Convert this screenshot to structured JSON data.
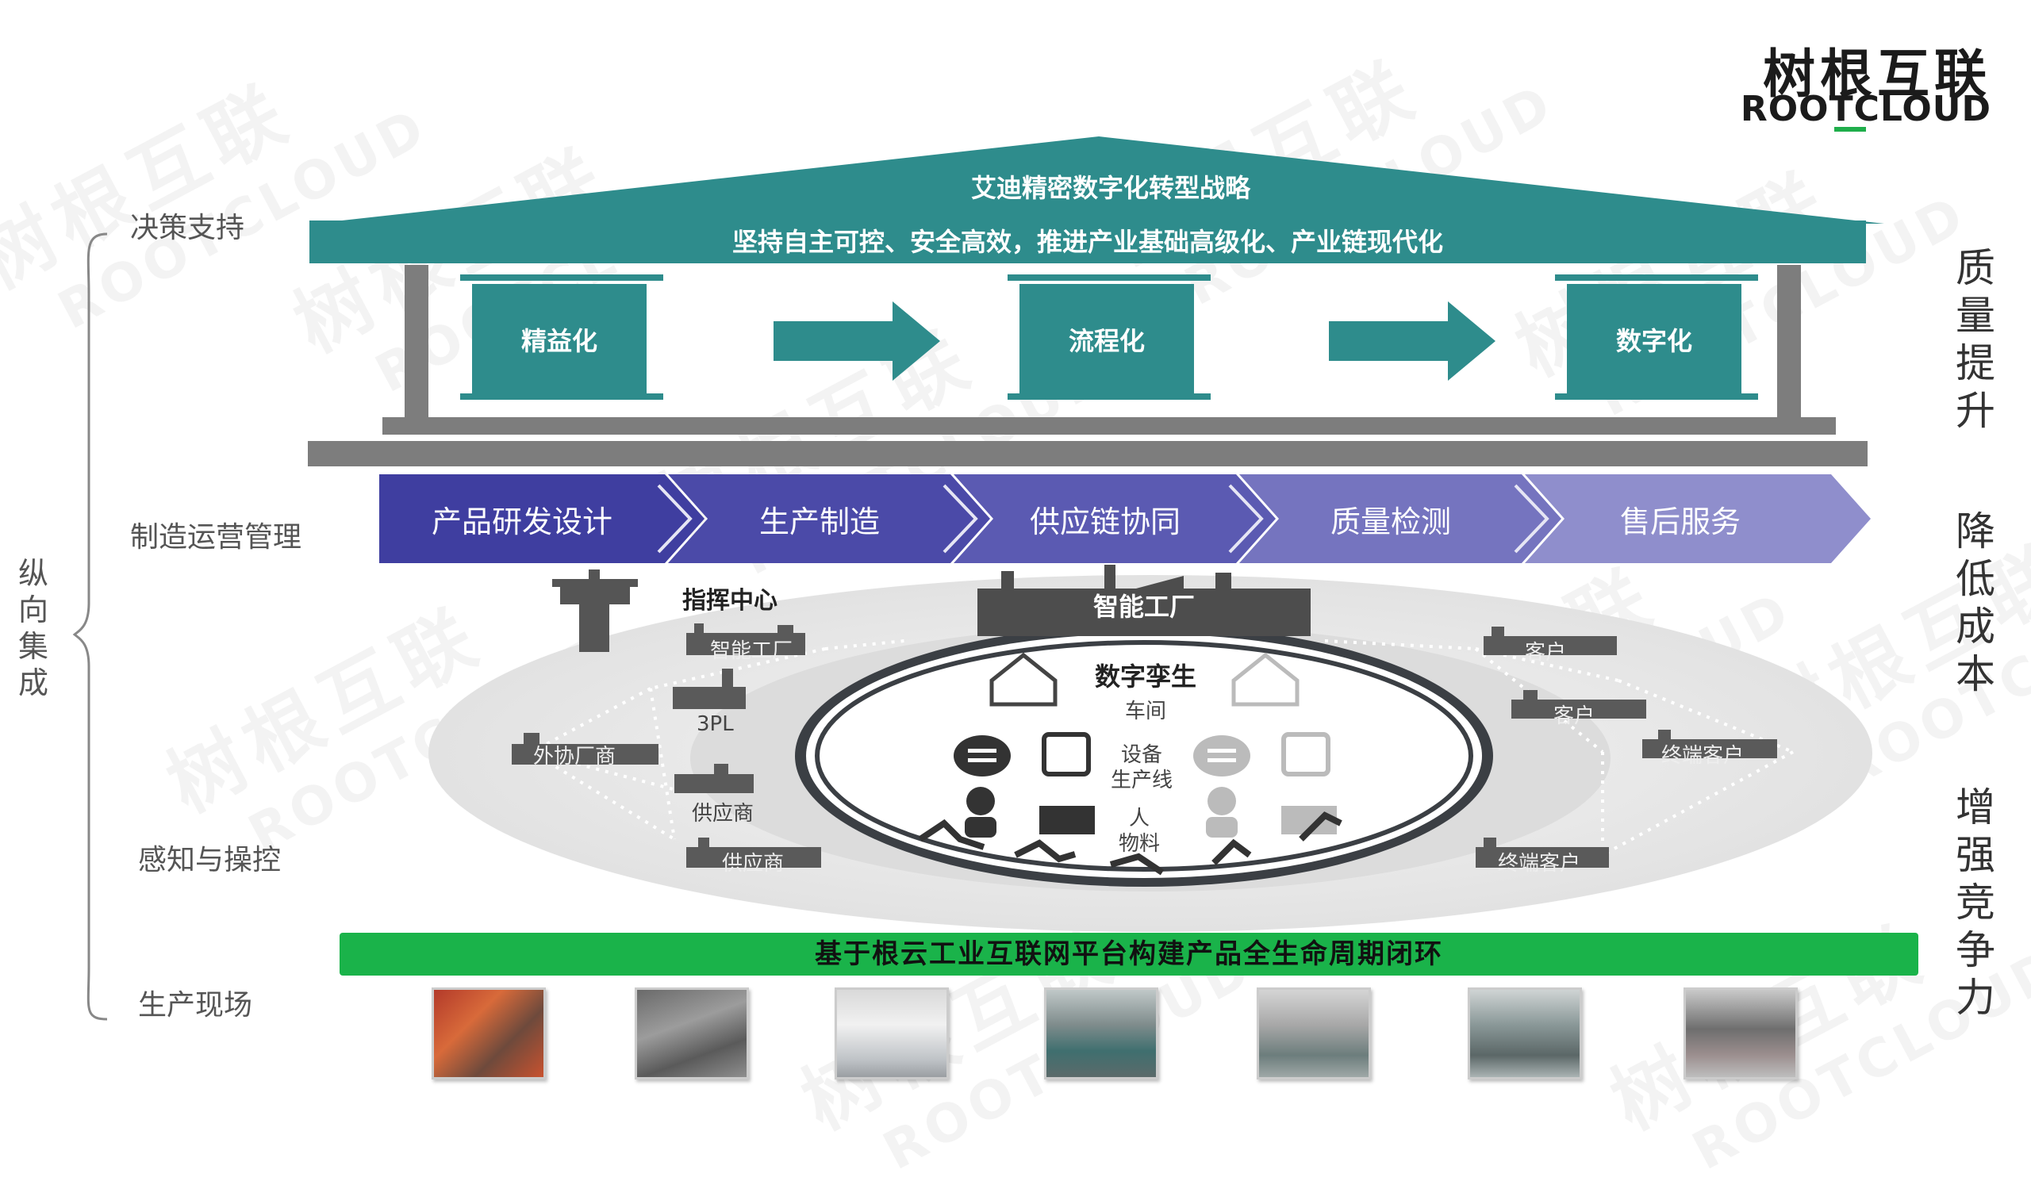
{
  "logo": {
    "cn": "树根互联",
    "en": "ROOTCLOUD"
  },
  "watermark": {
    "cn": "树根互联",
    "en": "ROOTCLOUD"
  },
  "left_labels": {
    "decision": "决策支持",
    "operations": "制造运营管理",
    "sensing": "感知与操控",
    "production": "生产现场",
    "vertical": "纵向集成"
  },
  "right_labels": [
    "质量提升",
    "降低成本",
    "增强竞争力"
  ],
  "house": {
    "roof_title": "艾迪精密数字化转型战略",
    "beam_text": "坚持自主可控、安全高效，推进产业基础高级化、产业链现代化",
    "stages": [
      "精益化",
      "流程化",
      "数字化"
    ]
  },
  "process_steps": [
    "产品研发设计",
    "生产制造",
    "供应链协同",
    "质量检测",
    "售后服务"
  ],
  "ecosystem": {
    "command_center": "指挥中心",
    "smart_factory": "智能工厂",
    "left_nodes": [
      "智能工厂",
      "3PL",
      "外协厂商",
      "供应商",
      "供应商"
    ],
    "right_nodes": [
      "客户",
      "客户",
      "终端客户",
      "终端客户"
    ],
    "digital_twin": "数字孪生",
    "twin_items": [
      "车间",
      "设备\n生产线",
      "人\n物料"
    ]
  },
  "platform_bar": "基于根云工业互联网平台构建产品全生命周期闭环",
  "colors": {
    "teal": "#2e8c8c",
    "green": "#1ab34a",
    "chevron": [
      "#3f3ea0",
      "#4b4aa8",
      "#5b5ab2",
      "#7574bf",
      "#8f8ecc"
    ]
  }
}
